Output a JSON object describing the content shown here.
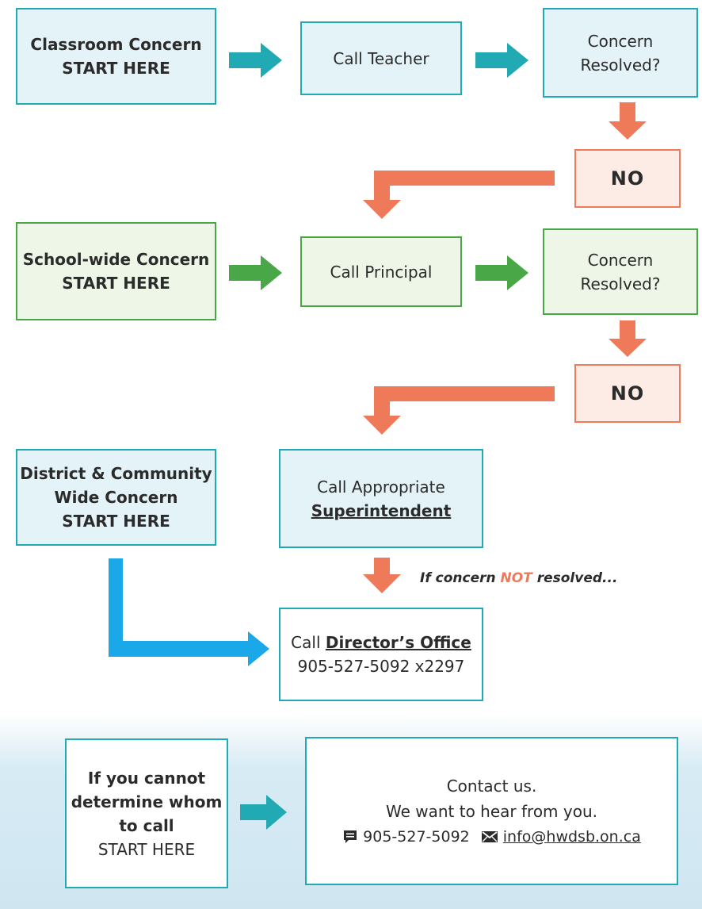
{
  "row1": {
    "start": {
      "line1": "Classroom Concern",
      "line2": "START HERE"
    },
    "step": "Call Teacher",
    "question": {
      "line1": "Concern",
      "line2": "Resolved?"
    },
    "no": "NO"
  },
  "row2": {
    "start": {
      "line1": "School-wide Concern",
      "line2": "START HERE"
    },
    "step": "Call Principal",
    "question": {
      "line1": "Concern",
      "line2": "Resolved?"
    },
    "no": "NO"
  },
  "row3": {
    "start": {
      "line1": "District & Community",
      "line2": "Wide Concern",
      "line3": "START HERE"
    },
    "step": {
      "line1": "Call Appropriate",
      "line2": "Superintendent"
    }
  },
  "note": {
    "part1": "If concern ",
    "emph": "NOT",
    "part2": " resolved..."
  },
  "director": {
    "prefix": "Call ",
    "name": "Director’s Office",
    "phone": "905-527-5092 x2297"
  },
  "contact": {
    "start": {
      "line1": "If you cannot",
      "line2": "determine whom",
      "line3": "to call",
      "line4": "START HERE"
    },
    "line1": "Contact us.",
    "line2": "We want to hear from you.",
    "phone": "905-527-5092",
    "email": "info@hwdsb.on.ca",
    "phone_icon": "speech-bubble-icon",
    "email_icon": "envelope-icon"
  },
  "colors": {
    "teal": "#21aab4",
    "green": "#4aa748",
    "coral": "#ef7a5a",
    "blue_arrow": "#1aa8e8",
    "blue_fill": "#e3f3f8",
    "green_fill": "#eef6e8",
    "coral_fill": "#fdebe5"
  }
}
